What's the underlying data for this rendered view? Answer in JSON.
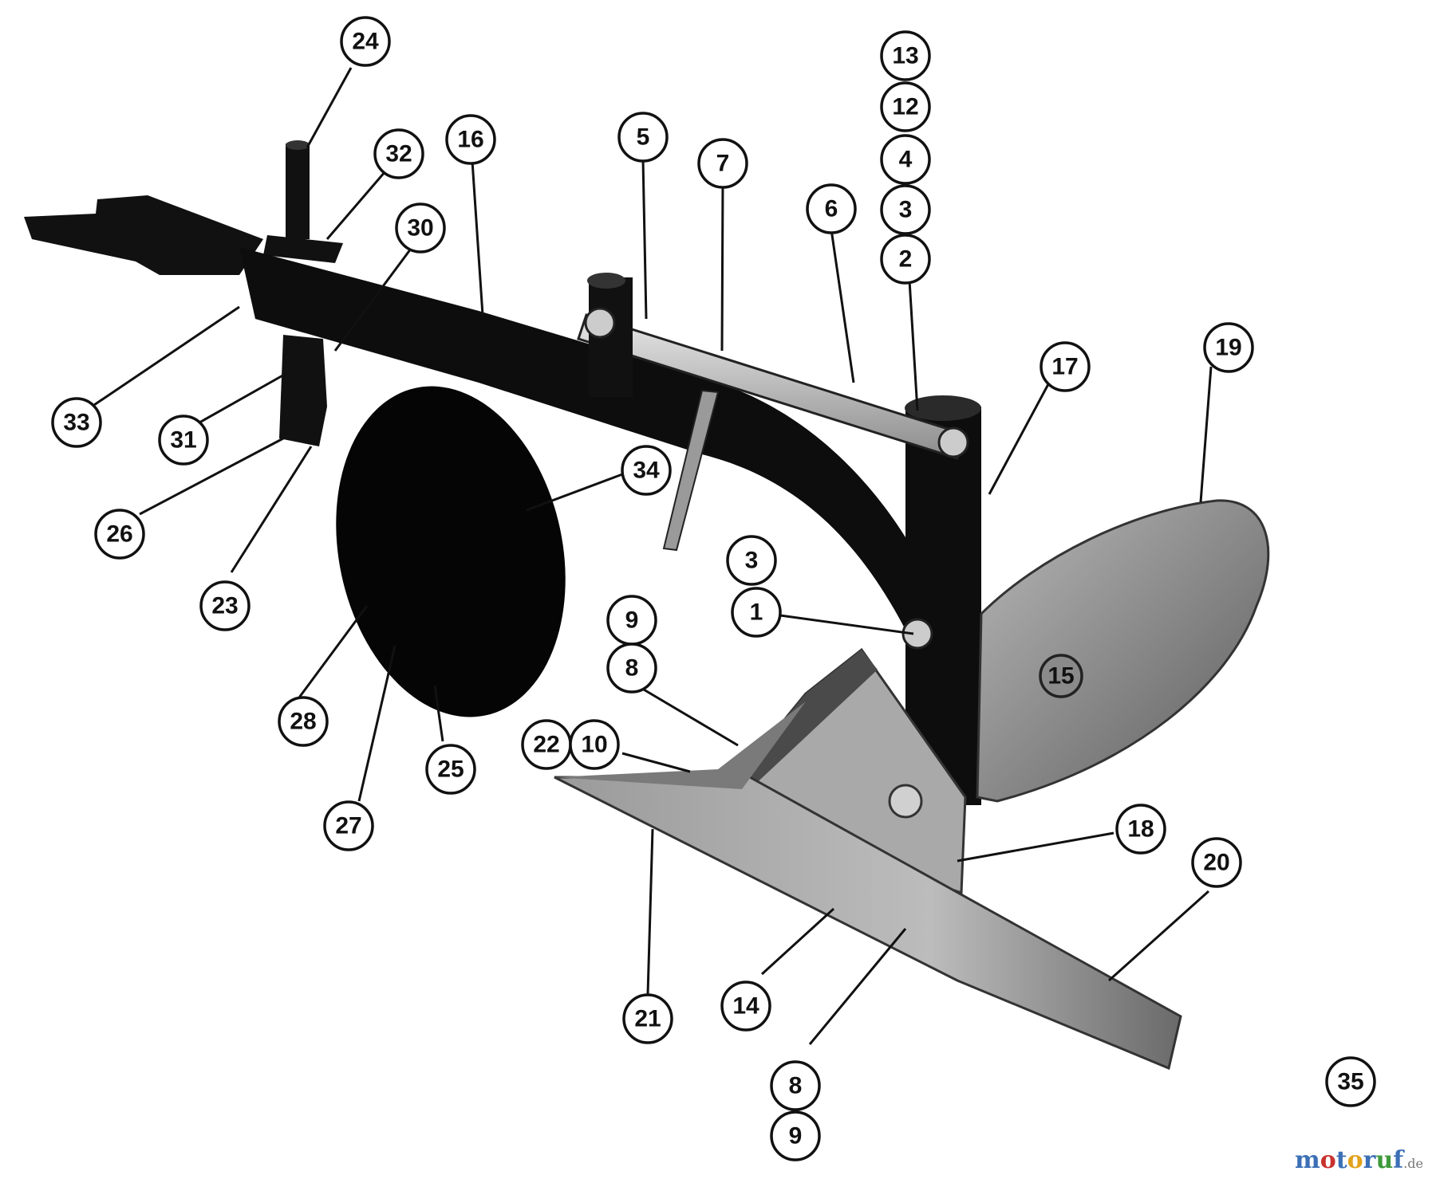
{
  "callouts": [
    {
      "id": "c24",
      "label": "24"
    },
    {
      "id": "c13",
      "label": "13"
    },
    {
      "id": "c12",
      "label": "12"
    },
    {
      "id": "c32",
      "label": "32"
    },
    {
      "id": "c16",
      "label": "16"
    },
    {
      "id": "c5",
      "label": "5"
    },
    {
      "id": "c7",
      "label": "7"
    },
    {
      "id": "c4",
      "label": "4"
    },
    {
      "id": "c6",
      "label": "6"
    },
    {
      "id": "c3a",
      "label": "3"
    },
    {
      "id": "c30",
      "label": "30"
    },
    {
      "id": "c2",
      "label": "2"
    },
    {
      "id": "c19",
      "label": "19"
    },
    {
      "id": "c17",
      "label": "17"
    },
    {
      "id": "c33",
      "label": "33"
    },
    {
      "id": "c31",
      "label": "31"
    },
    {
      "id": "c34",
      "label": "34"
    },
    {
      "id": "c26",
      "label": "26"
    },
    {
      "id": "c3b",
      "label": "3"
    },
    {
      "id": "c23",
      "label": "23"
    },
    {
      "id": "c1",
      "label": "1"
    },
    {
      "id": "c9a",
      "label": "9"
    },
    {
      "id": "c8a",
      "label": "8"
    },
    {
      "id": "c15",
      "label": "15"
    },
    {
      "id": "c28",
      "label": "28"
    },
    {
      "id": "c22",
      "label": "22"
    },
    {
      "id": "c10",
      "label": "10"
    },
    {
      "id": "c25",
      "label": "25"
    },
    {
      "id": "c18",
      "label": "18"
    },
    {
      "id": "c27",
      "label": "27"
    },
    {
      "id": "c20",
      "label": "20"
    },
    {
      "id": "c14",
      "label": "14"
    },
    {
      "id": "c21",
      "label": "21"
    },
    {
      "id": "c8b",
      "label": "8"
    },
    {
      "id": "c35",
      "label": "35"
    },
    {
      "id": "c9b",
      "label": "9"
    }
  ],
  "watermark": {
    "parts": [
      {
        "text": "m",
        "color": "#3b6fb6"
      },
      {
        "text": "o",
        "color": "#c8322e"
      },
      {
        "text": "t",
        "color": "#3b6fb6"
      },
      {
        "text": "o",
        "color": "#e2a21b"
      },
      {
        "text": "r",
        "color": "#3b6fb6"
      },
      {
        "text": "u",
        "color": "#3d9a3a"
      },
      {
        "text": "f",
        "color": "#3b6fb6"
      }
    ],
    "suffix": ".de"
  }
}
